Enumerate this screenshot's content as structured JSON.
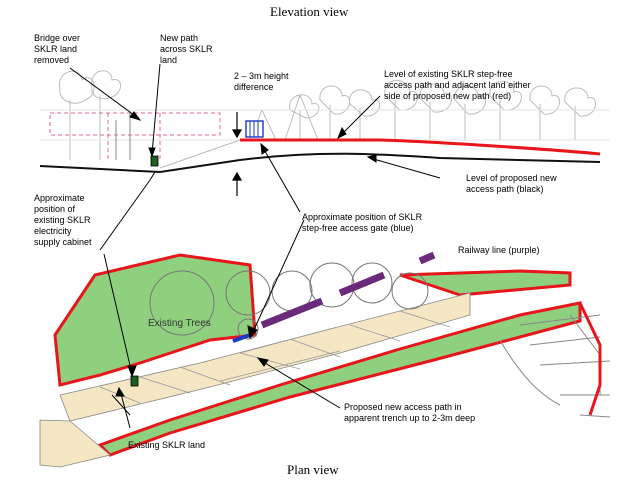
{
  "elevation": {
    "title": "Elevation view",
    "labels": {
      "bridge": [
        "Bridge over",
        "SKLR land",
        "removed"
      ],
      "new_path": [
        "New path",
        "across SKLR",
        "land"
      ],
      "height_diff": [
        "2 – 3m height",
        "difference"
      ],
      "existing_level": [
        "Level of existing SKLR step-free",
        "access path and adjacent land either",
        "side of proposed new path (red)"
      ],
      "proposed_level": [
        "Level of proposed new",
        "access path (black)"
      ],
      "cabinet": [
        "Approximate",
        "position of",
        "existing SKLR",
        "electricity",
        "supply cabinet"
      ],
      "gate": [
        "Approximate position of SKLR",
        "step-free access gate (blue)"
      ]
    }
  },
  "plan": {
    "title": "Plan view",
    "labels": {
      "railway": "Railway line (purple)",
      "existing_trees": "Existing Trees",
      "trench": [
        "Proposed new access path in",
        "apparent trench up to 2-3m deep"
      ],
      "existing_land": "Existing SKLR land"
    }
  },
  "colors": {
    "existing_level": "#e8161b",
    "proposed_level": "#111111",
    "gate": "#1a39c9",
    "railway": "#6b2a7a",
    "vegetation": "#8fd07f",
    "path_fill": "#f5e6c4",
    "cabinet": "#1d5e22",
    "sklr_land_dashed": "#e06a86"
  }
}
